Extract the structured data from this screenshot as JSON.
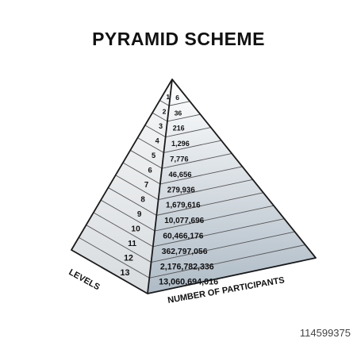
{
  "title": "PYRAMID SCHEME",
  "left_face_label": "LEVELS",
  "right_face_label": "NUMBER OF PARTICIPANTS",
  "levels": [
    {
      "level": "1",
      "participants": "6"
    },
    {
      "level": "2",
      "participants": "36"
    },
    {
      "level": "3",
      "participants": "216"
    },
    {
      "level": "4",
      "participants": "1,296"
    },
    {
      "level": "5",
      "participants": "7,776"
    },
    {
      "level": "6",
      "participants": "46,656"
    },
    {
      "level": "7",
      "participants": "279,936"
    },
    {
      "level": "8",
      "participants": "1,679,616"
    },
    {
      "level": "9",
      "participants": "10,077,696"
    },
    {
      "level": "10",
      "participants": "60,466,176"
    },
    {
      "level": "11",
      "participants": "362,797,056"
    },
    {
      "level": "12",
      "participants": "2,176,782,336"
    },
    {
      "level": "13",
      "participants": "13,060,694,016"
    }
  ],
  "stock_id": "114599375",
  "colors": {
    "left_face_top": "#f6f7f8",
    "left_face_bottom": "#d8dcdf",
    "right_face_top": "#ffffff",
    "right_face_bottom": "#aebbc6",
    "outline": "#1a1a1a",
    "text": "#111111"
  }
}
